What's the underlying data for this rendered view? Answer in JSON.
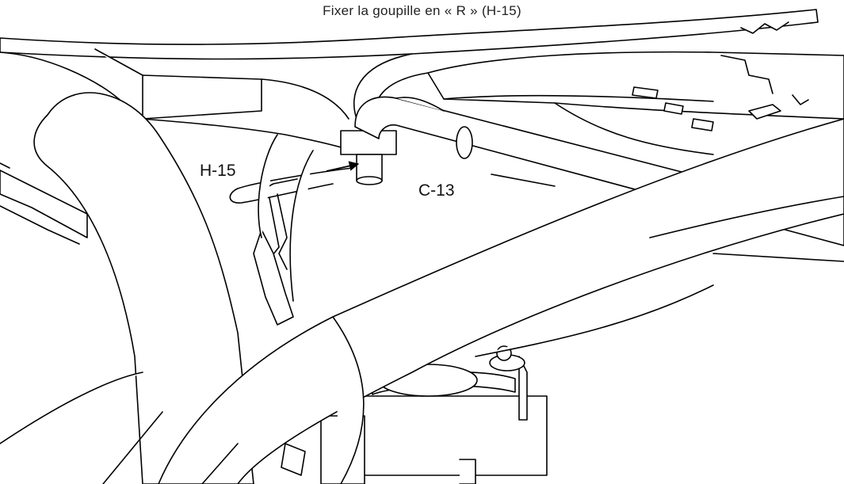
{
  "caption": "Fixer la goupille en « R » (H-15)",
  "labels": {
    "pin": "H-15",
    "tube": "C-13"
  }
}
